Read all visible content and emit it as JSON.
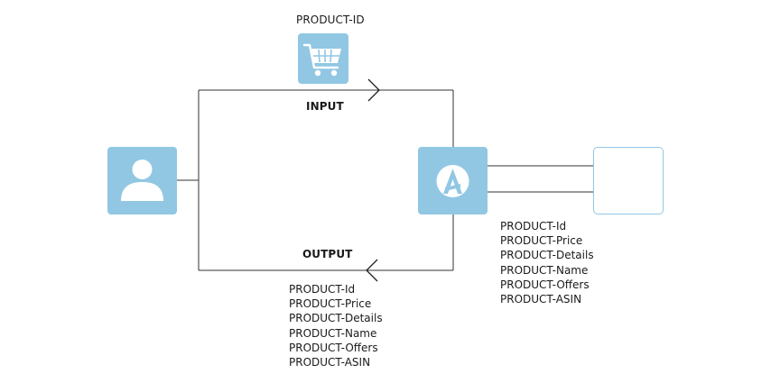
{
  "input_param": "PRODUCT-ID",
  "input_label": "INPUT",
  "output_label": "OUTPUT",
  "output_fields": [
    "PRODUCT-Id",
    "PRODUCT-Price",
    "PRODUCT-Details",
    "PRODUCT-Name",
    "PRODUCT-Offers",
    "PRODUCT-ASIN"
  ],
  "service_fields": [
    "PRODUCT-Id",
    "PRODUCT-Price",
    "PRODUCT-Details",
    "PRODUCT-Name",
    "PRODUCT-Offers",
    "PRODUCT-ASIN"
  ],
  "icons": {
    "cart": "shopping-cart-icon",
    "user": "user-icon",
    "service": "api-logo-icon"
  },
  "colors": {
    "tile": "#91c7e3",
    "line": "#333333"
  }
}
